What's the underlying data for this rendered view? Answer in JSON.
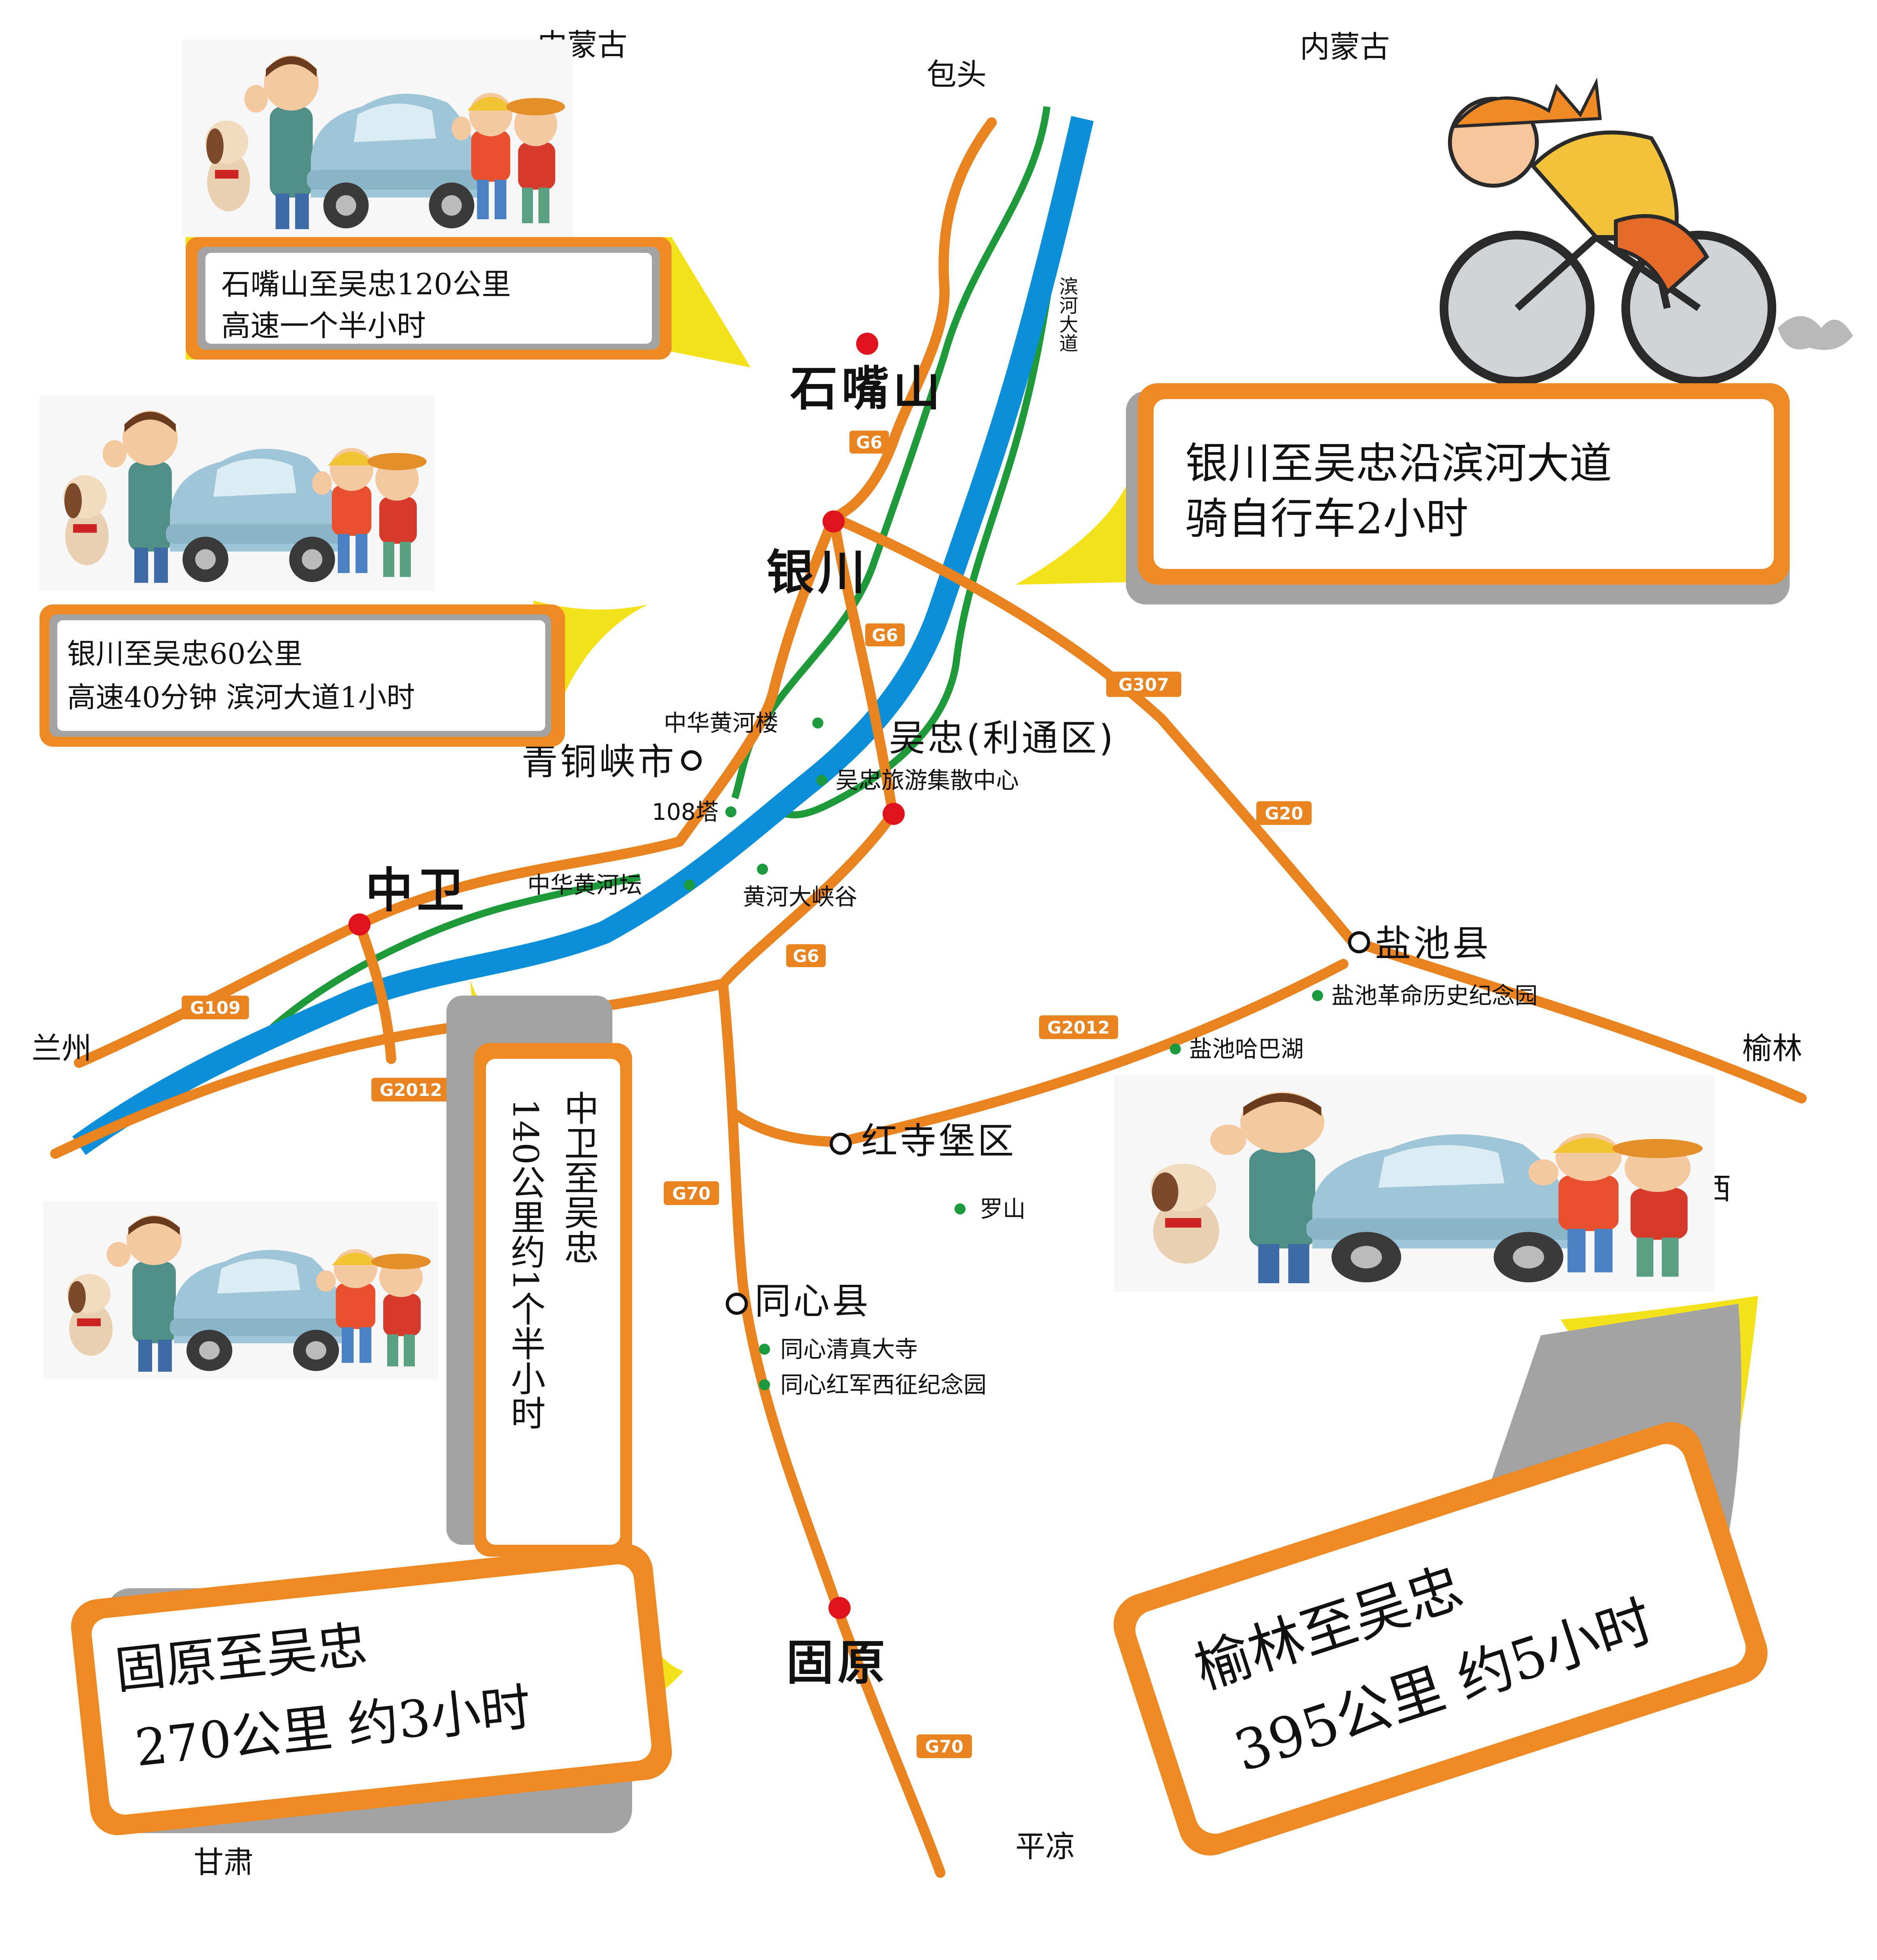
{
  "regions": {
    "inner_mongolia_left": "内蒙古",
    "inner_mongolia_right": "内蒙古",
    "baotou": "包头",
    "lanzhou": "兰州",
    "yulin": "榆林",
    "shaanxi": "陕西",
    "gansu": "甘肃",
    "pingliang": "平凉"
  },
  "cities": {
    "shizuishan": "石嘴山",
    "yinchuan": "银川",
    "wuzhong": "吴忠(利通区)",
    "qingtongxia": "青铜峡市",
    "zhongwei": "中卫",
    "yanchi": "盐池县",
    "hongsibao": "红寺堡区",
    "tongxin": "同心县",
    "guyuan": "固原"
  },
  "pois": {
    "zhonghua_tower": "中华黄河楼",
    "tourism_center": "吴忠旅游集散中心",
    "tower_108": "108塔",
    "zhonghua_altar": "中华黄河坛",
    "canyon": "黄河大峡谷",
    "yanchi_memorial": "盐池革命历史纪念园",
    "haba_lake": "盐池哈巴湖",
    "luoshan": "罗山",
    "mosque": "同心清真大寺",
    "red_army": "同心红军西征纪念园"
  },
  "binhe_road": "滨河大道",
  "highways": {
    "g6_a": "G6",
    "g6_b": "G6",
    "g6_c": "G6",
    "g307": "G307",
    "g20": "G20",
    "g109": "G109",
    "g2012_a": "G2012",
    "g2012_b": "G2012",
    "g70_a": "G70",
    "g70_b": "G70"
  },
  "callouts": {
    "shizuishan_l1": "石嘴山至吴忠120公里",
    "shizuishan_l2": "高速一个半小时",
    "yinchuan_l1": "银川至吴忠60公里",
    "yinchuan_l2": "高速40分钟 滨河大道1小时",
    "bike_l1": "银川至吴忠沿滨河大道",
    "bike_l2": "骑自行车2小时",
    "zhongwei_c1": "中卫至吴忠",
    "zhongwei_c2": "140公里约1个半小时",
    "guyuan_l1": "固原至吴忠",
    "guyuan_l2": "270公里 约3小时",
    "yulin_l1": "榆林至吴忠",
    "yulin_l2": "395公里 约5小时"
  },
  "colors": {
    "road": "#e9831f",
    "river": "#0b8fd8",
    "green_road": "#1f9a3a",
    "city_dot": "#e0121b",
    "poi_dot": "#1b9a3e",
    "callout_orange": "#ee8a23",
    "callout_yellow": "#f3e21a",
    "callout_gray": "#a3a3a3"
  },
  "icons": {
    "family_car": "family-car-figurines",
    "cyclist": "cartoon-cyclist"
  }
}
